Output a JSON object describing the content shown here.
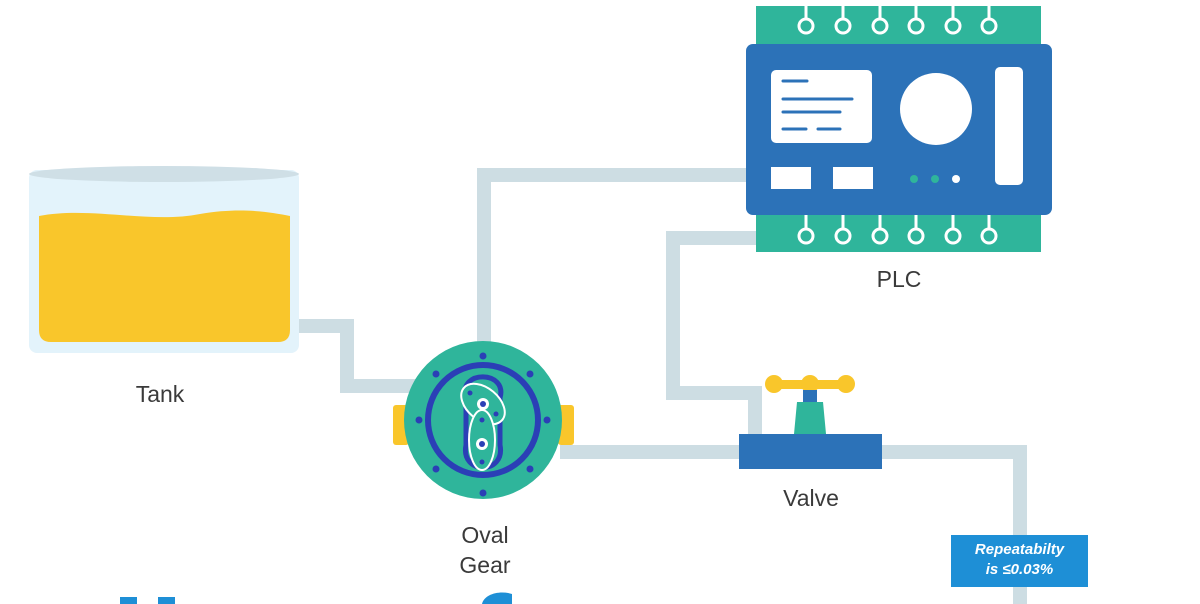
{
  "labels": {
    "tank": "Tank",
    "plc": "PLC",
    "valve": "Valve",
    "oval_gear_line1": "Oval",
    "oval_gear_line2": "Gear"
  },
  "callout": {
    "line1": "Repeatabilty",
    "line2": "is ≤0.03%"
  },
  "colors": {
    "pipe": "#cddde3",
    "liquid": "#f9c62b",
    "tank_glass": "#e3f3fb",
    "plc_body": "#2c72b8",
    "plc_terminal": "#2fb59b",
    "gear_body": "#2fb59b",
    "gear_ring": "#2b3fb6",
    "valve_handle": "#f9c62b",
    "valve_body": "#2c72b8",
    "callout_bg": "#1e8fd6",
    "title_partial": "#1e8fd6"
  },
  "icons": [
    "tank-icon",
    "plc-icon",
    "oval-gear-meter-icon",
    "valve-icon"
  ]
}
